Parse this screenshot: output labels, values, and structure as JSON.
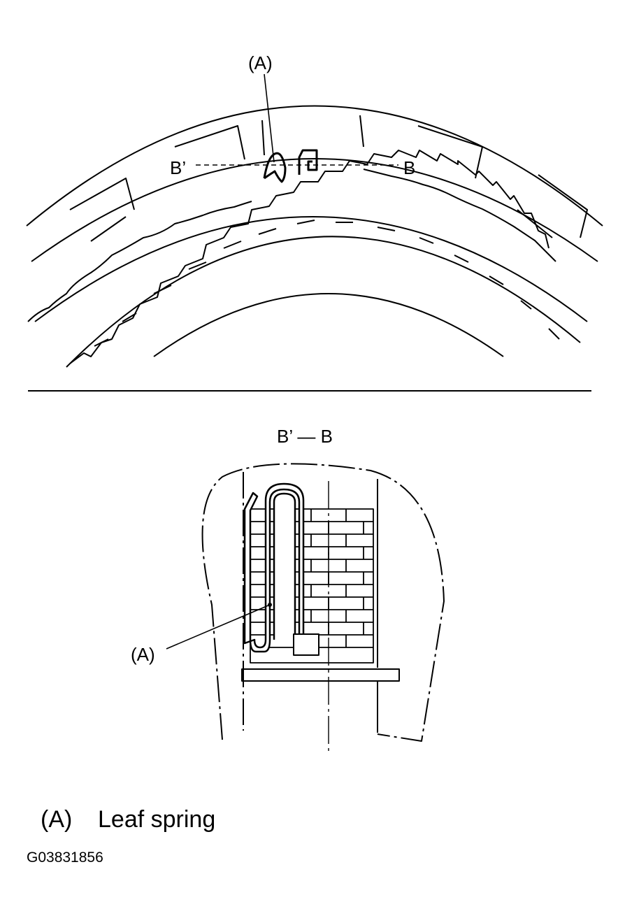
{
  "top_view": {
    "callout_a": "(A)",
    "section_left": "B’",
    "section_right": "B"
  },
  "section_view": {
    "title": "B’ — B",
    "callout_a": "(A)"
  },
  "legend": {
    "key": "(A)",
    "text": "Leaf spring"
  },
  "figure_id": "G03831856"
}
